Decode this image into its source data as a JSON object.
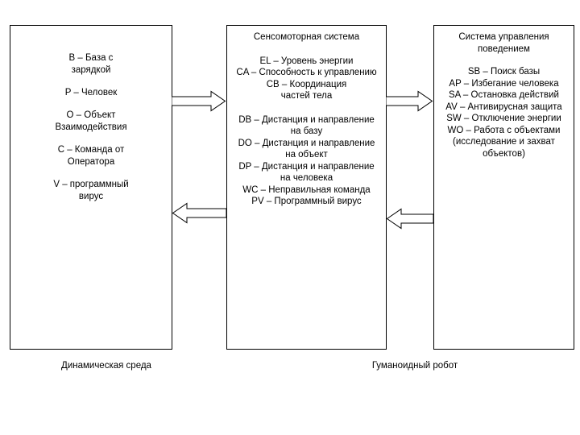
{
  "colors": {
    "background": "#ffffff",
    "line": "#000000",
    "text": "#000000"
  },
  "environment": {
    "legend": [
      [
        "B – База с",
        "зарядкой"
      ],
      [
        "P – Человек"
      ],
      [
        "O – Объект",
        "Взаимодействия"
      ],
      [
        "C – Команда от",
        "Оператора"
      ],
      [
        "V – программный",
        "вирус"
      ]
    ],
    "caption": "Динамическая среда"
  },
  "sensorimotor": {
    "title": "Сенсомоторная система",
    "internal_signals": [
      "EL – Уровень энергии",
      "CA – Способность к управлению",
      "CB – Координация",
      "частей тела"
    ],
    "external_signals": [
      "DB – Дистанция и направление",
      "на базу",
      "DO – Дистанция и направление",
      "на объект",
      "DP – Дистанция и направление",
      "на человека",
      "WC – Неправильная команда",
      "PV – Программный вирус"
    ]
  },
  "behavior": {
    "title": [
      "Система управления",
      "поведением"
    ],
    "items": [
      "SB – Поиск базы",
      "AP – Избегание человека",
      "SA – Остановка действий",
      "AV – Антивирусная защита",
      "SW – Отключение энергии",
      "WO – Работа с объектами",
      "(исследование и захват",
      "объектов)"
    ]
  },
  "robot_caption": "Гуманоидный робот"
}
